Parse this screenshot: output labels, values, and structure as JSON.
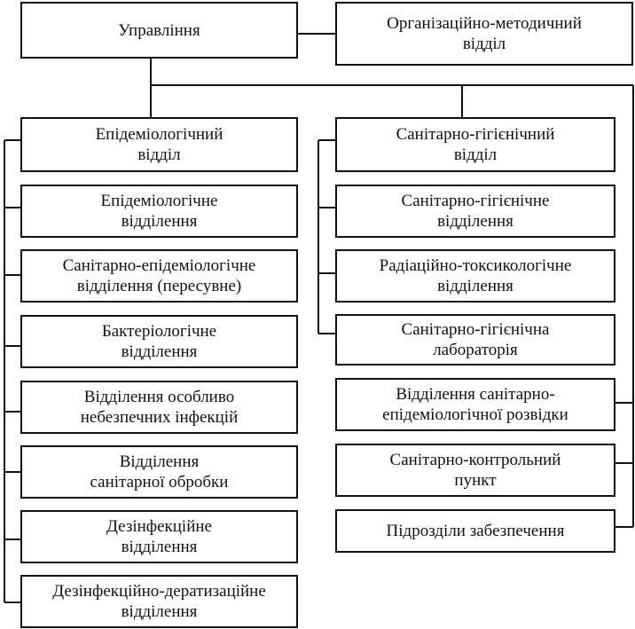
{
  "top": {
    "management": "Управління",
    "org_method": "Організаційно-методичний\nвідділ"
  },
  "left_column": {
    "head": "Епідеміологічний\nвідділ",
    "items": [
      "Епідеміологічне\nвідділення",
      "Санітарно-епідеміологічне\nвідділення (пересувне)",
      "Бактеріологічне\nвідділення",
      "Відділення особливо\nнебезпечних інфекцій",
      "Відділення\nсанітарної обробки",
      "Дезінфекційне\nвідділення",
      "Дезінфекційно-дератизаційне\nвідділення"
    ]
  },
  "right_column": {
    "head": "Санітарно-гігієнічний\nвідділ",
    "items": [
      "Санітарно-гігієнічне\nвідділення",
      "Радіаційно-токсикологічне\nвідділення",
      "Санітарно-гігієнічна\nлабораторія"
    ],
    "direct_items": [
      "Відділення санітарно-\nепідеміологічної розвідки",
      "Санітарно-контрольний\nпункт",
      "Підрозділи забезпечення"
    ]
  }
}
